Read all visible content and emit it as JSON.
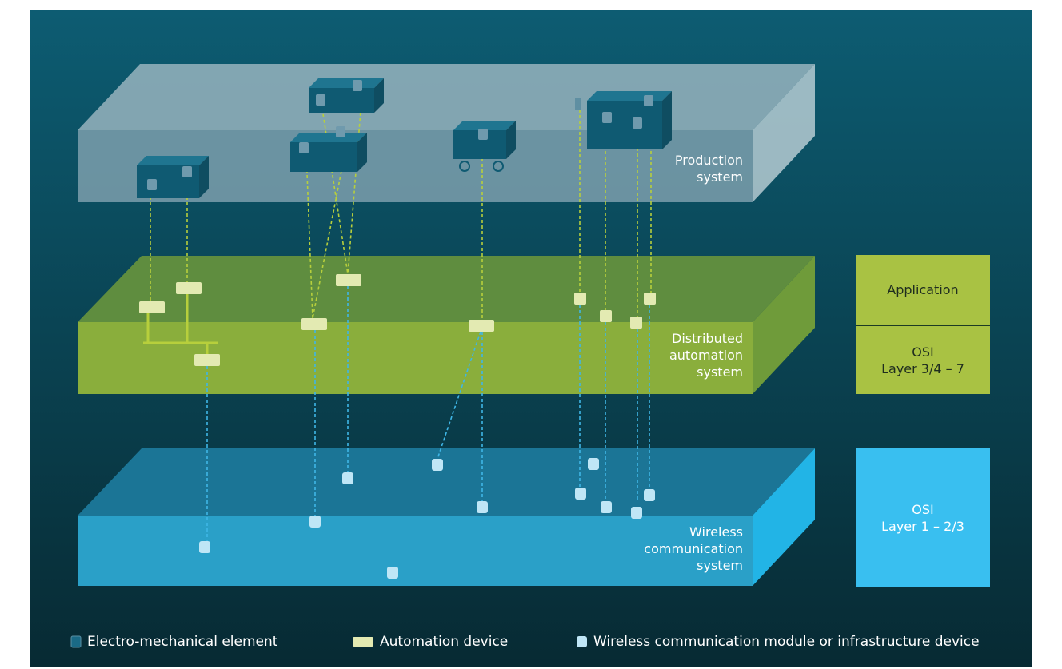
{
  "layers": {
    "production": [
      "Production",
      "system"
    ],
    "automation": [
      "Distributed",
      "automation",
      "system"
    ],
    "wireless": [
      "Wireless",
      "communication",
      "system"
    ]
  },
  "side_boxes": {
    "application": "Application",
    "osi_upper": [
      "OSI",
      "Layer 3/4 – 7"
    ],
    "osi_lower": [
      "OSI",
      "Layer 1 – 2/3"
    ]
  },
  "legend": {
    "electro": "Electro-mechanical element",
    "automation": "Automation device",
    "wireless": "Wireless communication module or infrastructure device"
  },
  "colors": {
    "background_top": "#0d5c72",
    "background_bottom": "#072a33",
    "production": "#8aa9b6",
    "automation": "#8caf3f",
    "wireless": "#2aa0c8",
    "application_box": "#a9c243",
    "osi_lower_box": "#39bff0",
    "electro_element": "#1a6a86",
    "automation_device": "#e3eab2",
    "wireless_module": "#bfe6f6"
  }
}
